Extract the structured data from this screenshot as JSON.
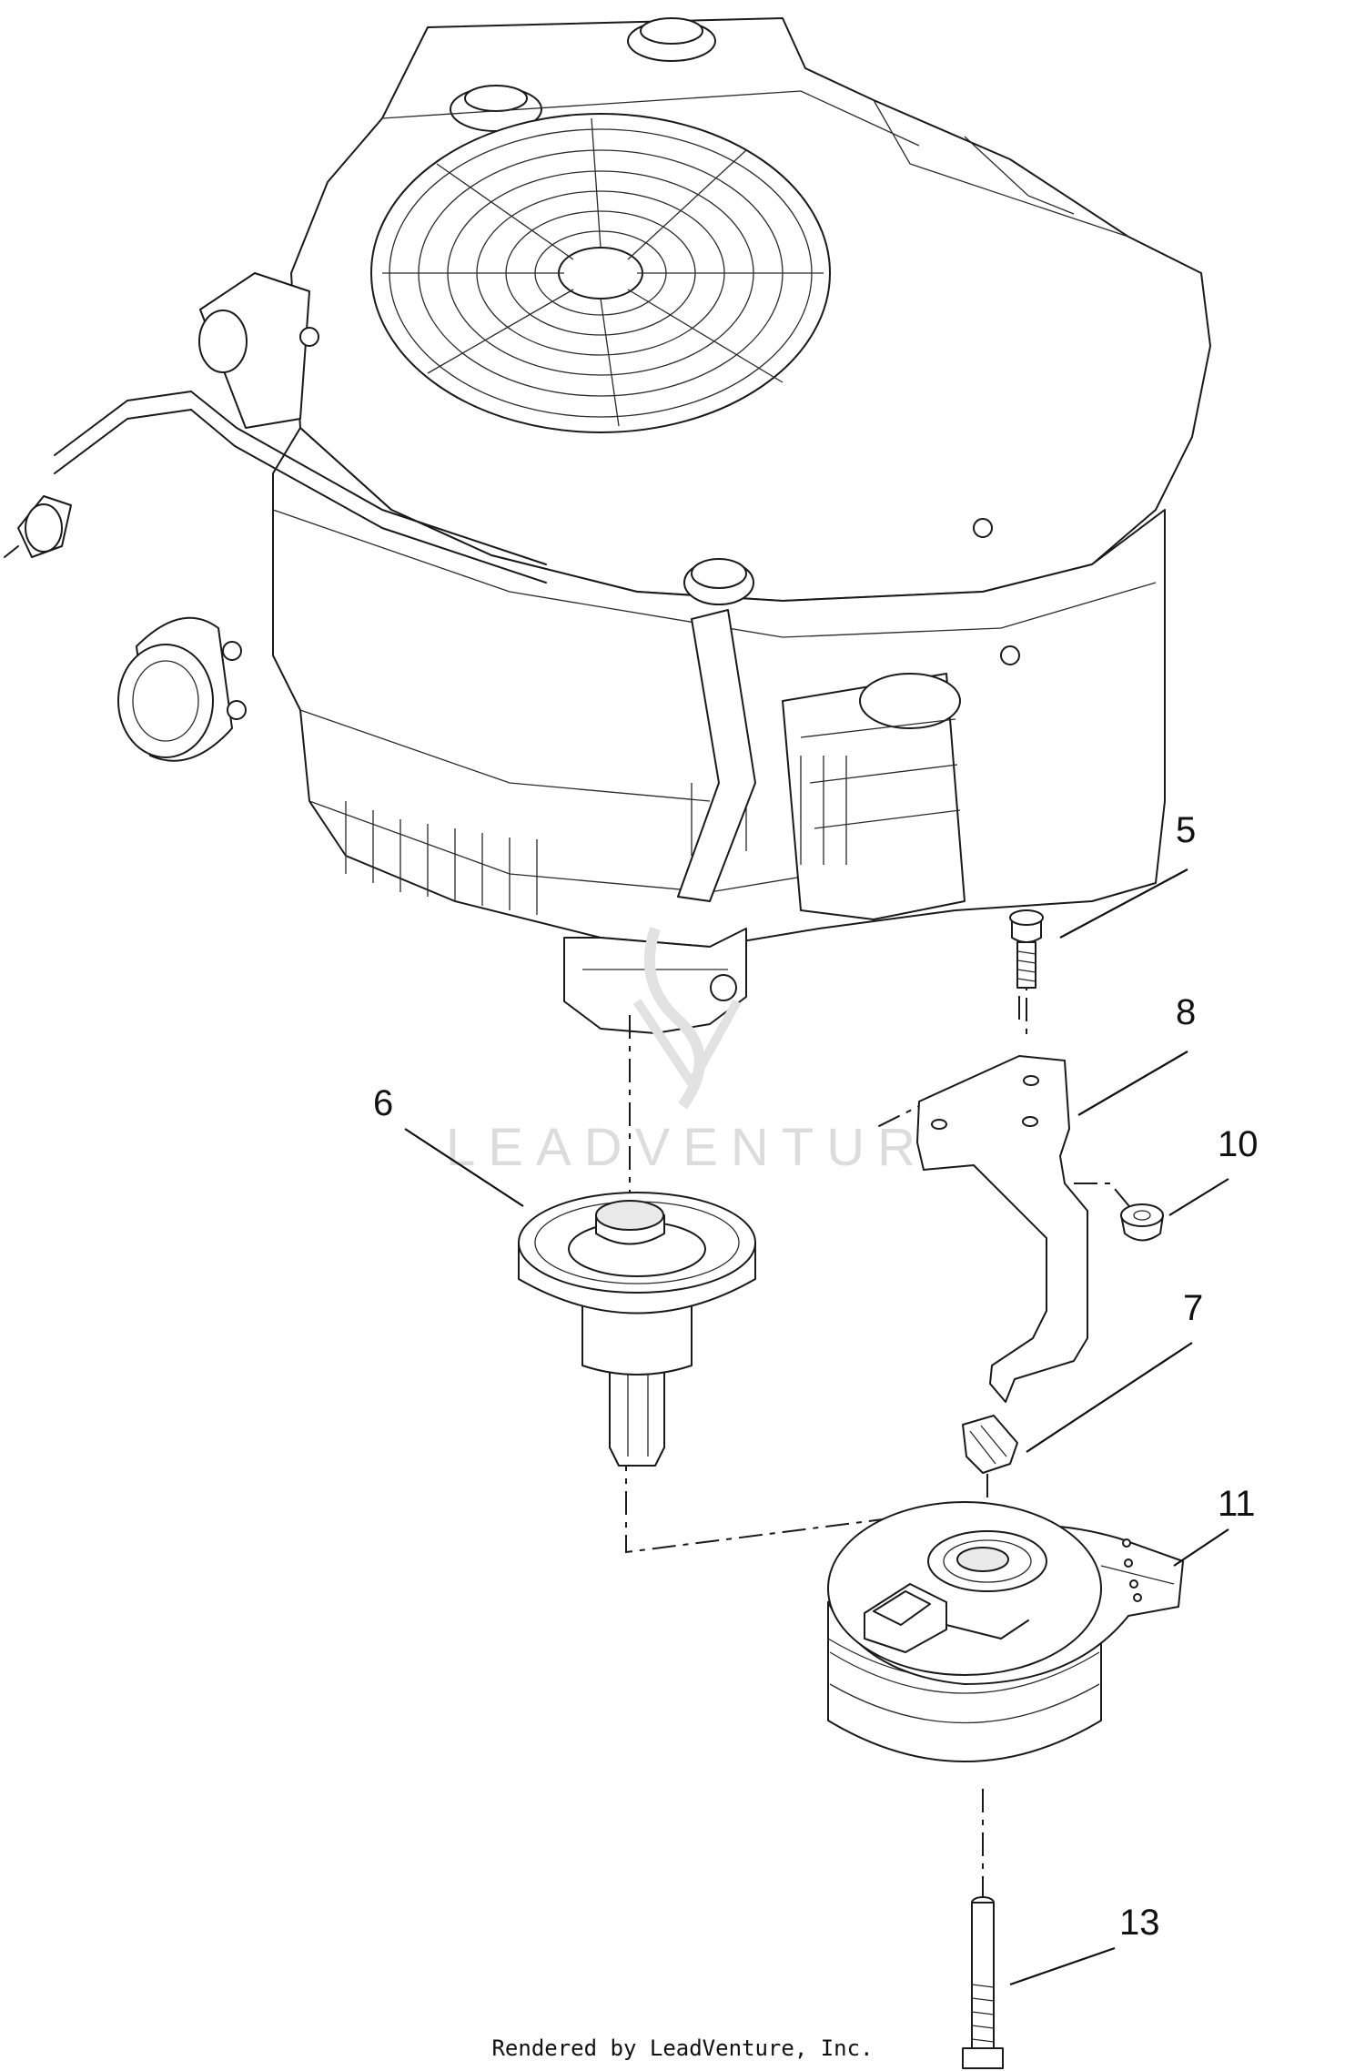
{
  "diagram": {
    "callouts": [
      {
        "id": "5",
        "label": "5"
      },
      {
        "id": "8",
        "label": "8"
      },
      {
        "id": "10",
        "label": "10"
      },
      {
        "id": "6",
        "label": "6"
      },
      {
        "id": "7",
        "label": "7"
      },
      {
        "id": "11",
        "label": "11"
      },
      {
        "id": "13",
        "label": "13"
      }
    ],
    "watermark": "LEADVENTURE",
    "footer": "Rendered by LeadVenture, Inc."
  },
  "colors": {
    "line": "#1a1a1a",
    "watermark": "#dcdcdc",
    "background": "#ffffff"
  }
}
